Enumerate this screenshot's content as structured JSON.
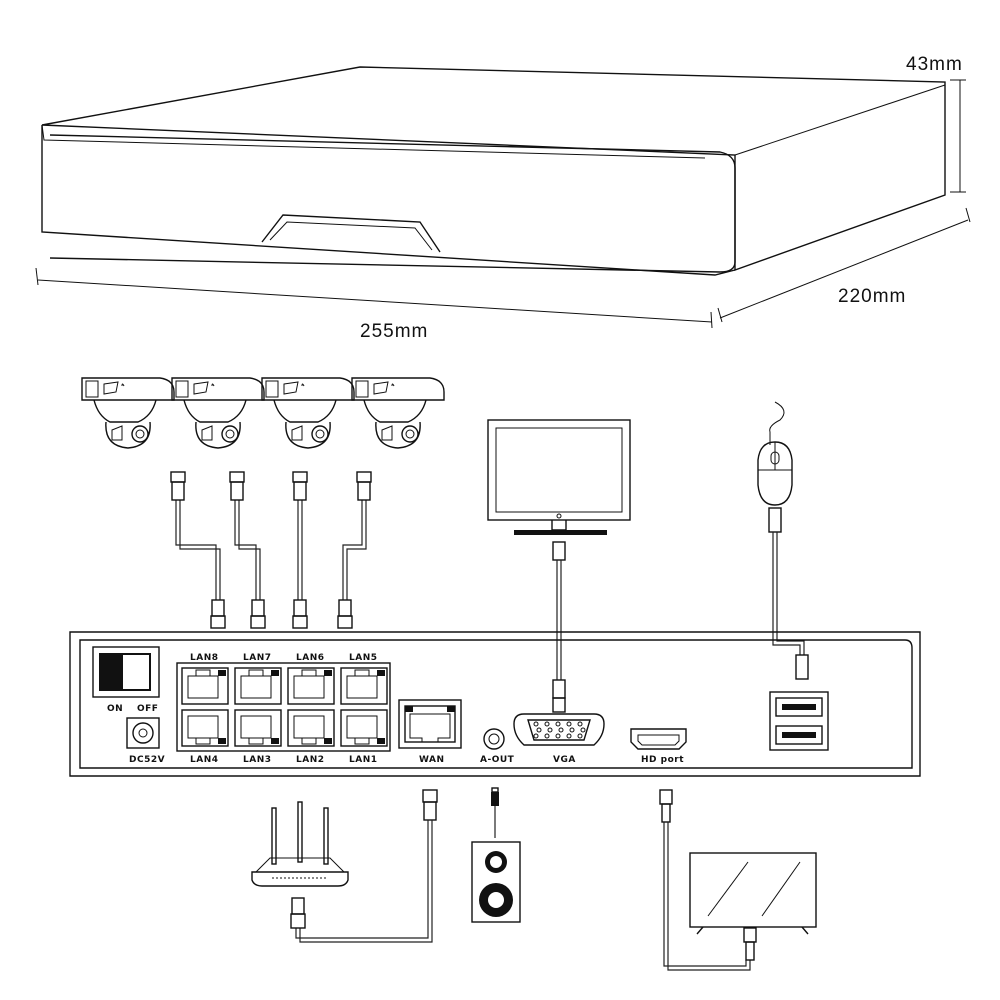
{
  "dimensions": {
    "height": "43mm",
    "depth": "220mm",
    "width": "255mm"
  },
  "panel": {
    "switch_on": "ON",
    "switch_off": "OFF",
    "power": "DC52V",
    "lan_top": [
      "LAN8",
      "LAN7",
      "LAN6",
      "LAN5"
    ],
    "lan_bottom": [
      "LAN4",
      "LAN3",
      "LAN2",
      "LAN1"
    ],
    "wan": "WAN",
    "audio_out": "A-OUT",
    "vga": "VGA",
    "hd": "HD port"
  }
}
